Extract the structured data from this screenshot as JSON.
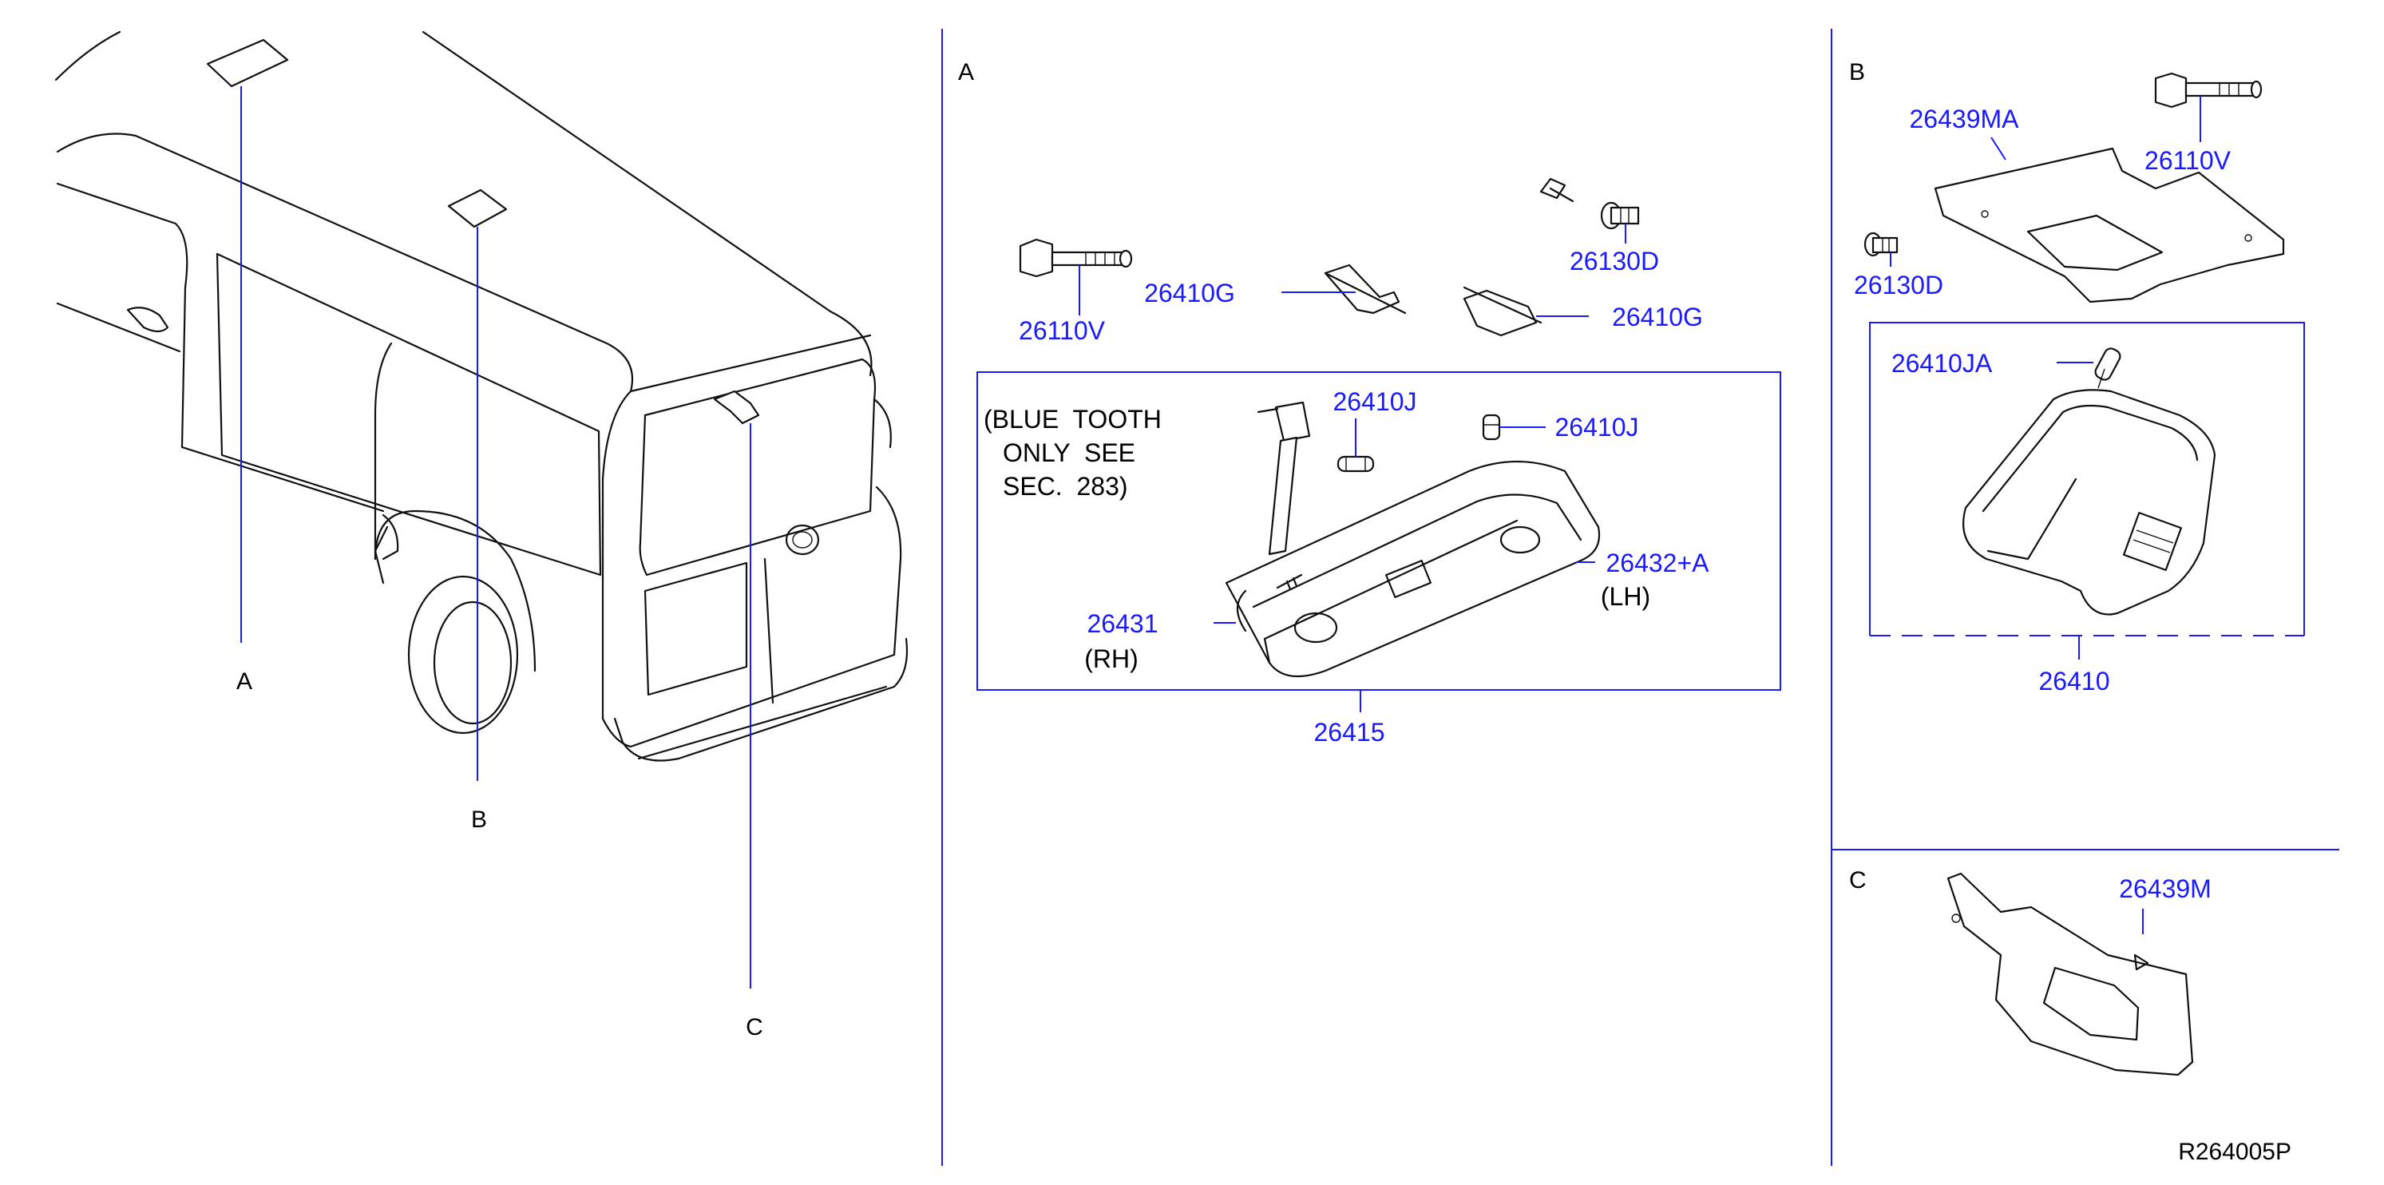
{
  "views": {
    "overview_labels": {
      "a": "A",
      "b": "B",
      "c": "C"
    },
    "section_a": {
      "heading": "A"
    },
    "section_b": {
      "heading": "B"
    },
    "section_c": {
      "heading": "C"
    }
  },
  "parts": {
    "p26110v_a": "26110V",
    "p26410g_left": "26410G",
    "p26410g_right": "26410G",
    "p26130d_a": "26130D",
    "p26410j_left": "26410J",
    "p26410j_right": "26410J",
    "p26432a": "26432+A",
    "lh": "(LH)",
    "p26431": "26431",
    "rh": "(RH)",
    "p26415": "26415",
    "p26439ma": "26439MA",
    "p26110v_b": "26110V",
    "p26130d_b": "26130D",
    "p26410ja": "26410JA",
    "p26410": "26410",
    "p26439m": "26439M"
  },
  "note": {
    "line1": "(BLUE  TOOTH",
    "line2": "ONLY  SEE",
    "line3": "SEC.  283)"
  },
  "figure_code": "R264005P",
  "colors": {
    "callout_blue": "#1a1aff",
    "line_art": "#111111",
    "background": "#ffffff"
  }
}
